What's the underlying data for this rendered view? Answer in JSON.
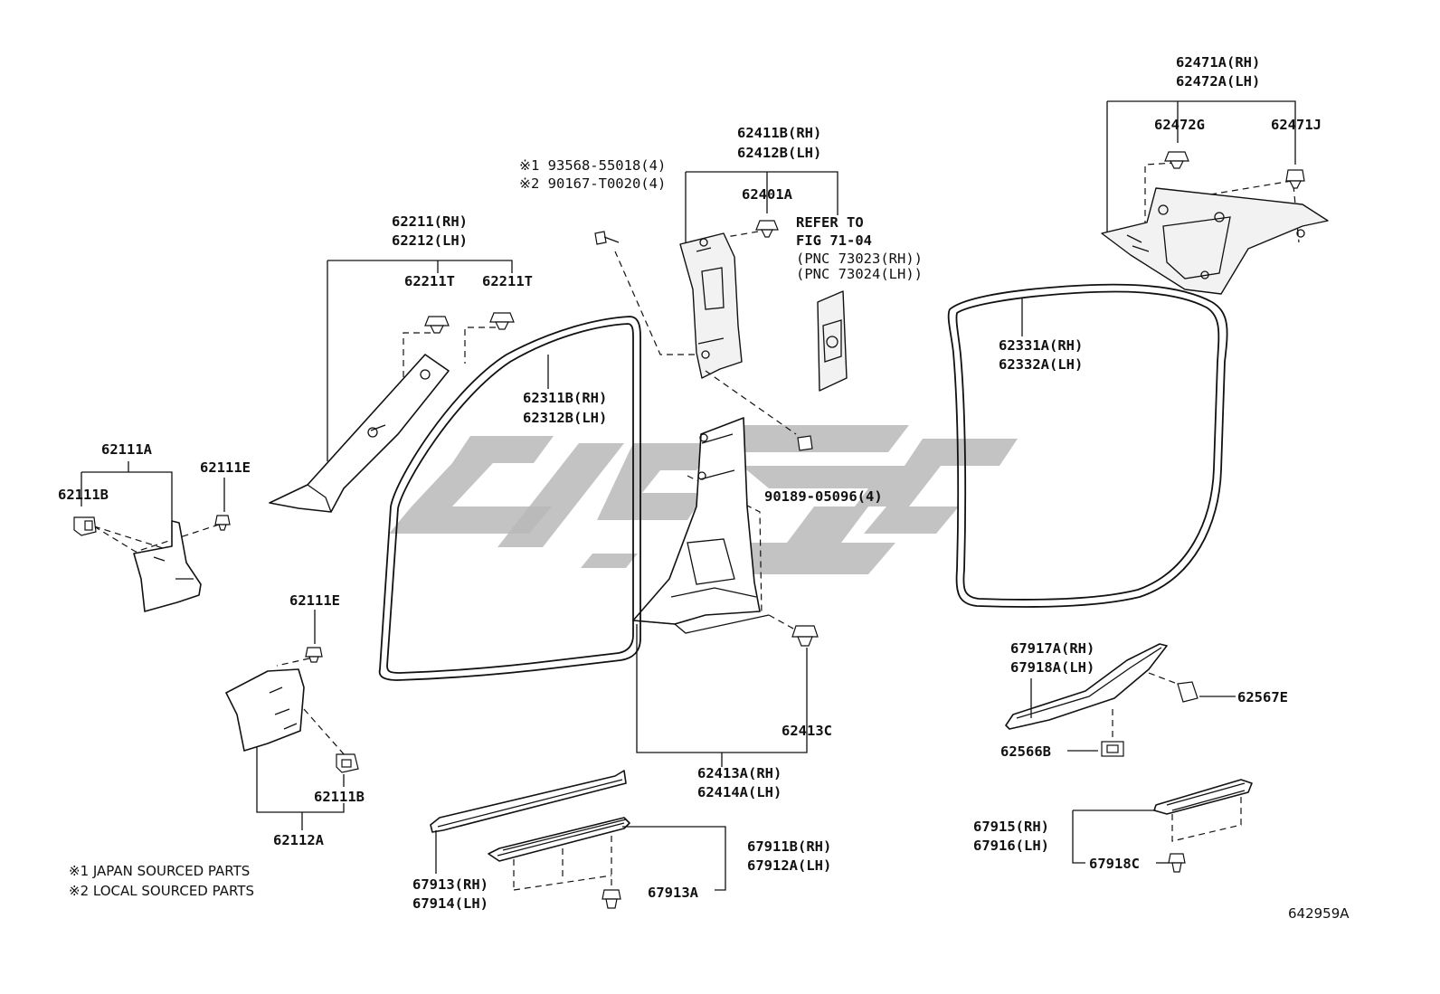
{
  "labels": {
    "p62471A": "62471A(RH)",
    "p62472A": "62472A(LH)",
    "p62472G": "62472G",
    "p62471J": "62471J",
    "p62411B": "62411B(RH)",
    "p62412B": "62412B(LH)",
    "p62401A": "62401A",
    "refer1": "REFER TO",
    "refer2": "FIG 71-04",
    "refer3": "(PNC 73023(RH))",
    "refer4": "(PNC 73024(LH))",
    "n93568": "※1 93568-55018(4)",
    "n90167": "※2 90167-T0020(4)",
    "p62211": "62211(RH)",
    "p62212": "62212(LH)",
    "p62211T_a": "62211T",
    "p62211T_b": "62211T",
    "p62311B": "62311B(RH)",
    "p62312B": "62312B(LH)",
    "p62331A": "62331A(RH)",
    "p62332A": "62332A(LH)",
    "p62111A": "62111A",
    "p62111B_top": "62111B",
    "p62111E_top": "62111E",
    "p90189": "90189-05096(4)",
    "p62111E_mid": "62111E",
    "p62111B_bot": "62111B",
    "p62112A": "62112A",
    "p62413C": "62413C",
    "p62413A": "62413A(RH)",
    "p62414A": "62414A(LH)",
    "p67917A": "67917A(RH)",
    "p67918A": "67918A(LH)",
    "p62567E": "62567E",
    "p62566B": "62566B",
    "p67911B": "67911B(RH)",
    "p67912A": "67912A(LH)",
    "p67913": "67913(RH)",
    "p67914": "67914(LH)",
    "p67913A": "67913A",
    "p67915": "67915(RH)",
    "p67916": "67916(LH)",
    "p67918C": "67918C"
  },
  "notes": {
    "japan": "※1 JAPAN SOURCED PARTS",
    "local": "※2 LOCAL SOURCED PARTS"
  },
  "figure_code": "642959A",
  "colors": {
    "line": "#111111",
    "watermark": "#b8b8b8",
    "background": "#ffffff"
  }
}
